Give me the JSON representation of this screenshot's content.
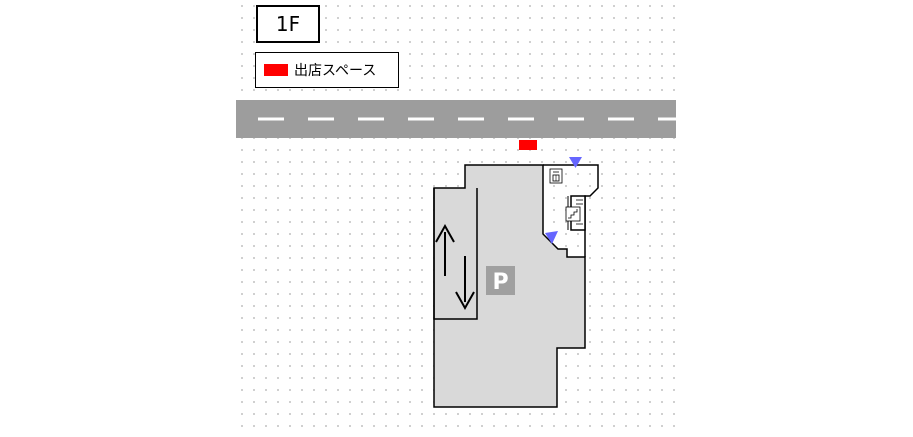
{
  "floor": {
    "label": "1F"
  },
  "legend": {
    "label": "出店スペース",
    "color": "#ff0000"
  },
  "parking": {
    "label": "P",
    "color": "#a0a0a0"
  },
  "colors": {
    "building": "#d9d9d9",
    "road": "#9d9d9d",
    "entrance_marker": "#6666ff"
  },
  "icons": {
    "arrow_up": "arrow-up-icon",
    "arrow_down": "arrow-down-icon",
    "elevator": "elevator-icon",
    "stairs": "stairs-icon",
    "entrance": "entrance-triangle-icon"
  }
}
